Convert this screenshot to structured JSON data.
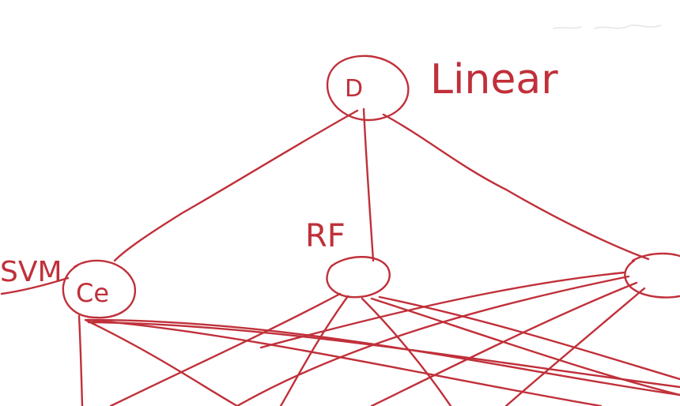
{
  "colors": {
    "ink": "#c0303a",
    "background": "#ffffff"
  },
  "diagram": {
    "nodes": [
      {
        "id": "top",
        "label": "Linear",
        "inner": "D"
      },
      {
        "id": "left",
        "label": "SVM",
        "inner": "Ce"
      },
      {
        "id": "middle",
        "label": "RF",
        "inner": ""
      },
      {
        "id": "right",
        "label": "",
        "inner": ""
      }
    ],
    "edges": [
      {
        "from": "top",
        "to": "left"
      },
      {
        "from": "top",
        "to": "middle"
      },
      {
        "from": "top",
        "to": "right"
      }
    ]
  }
}
